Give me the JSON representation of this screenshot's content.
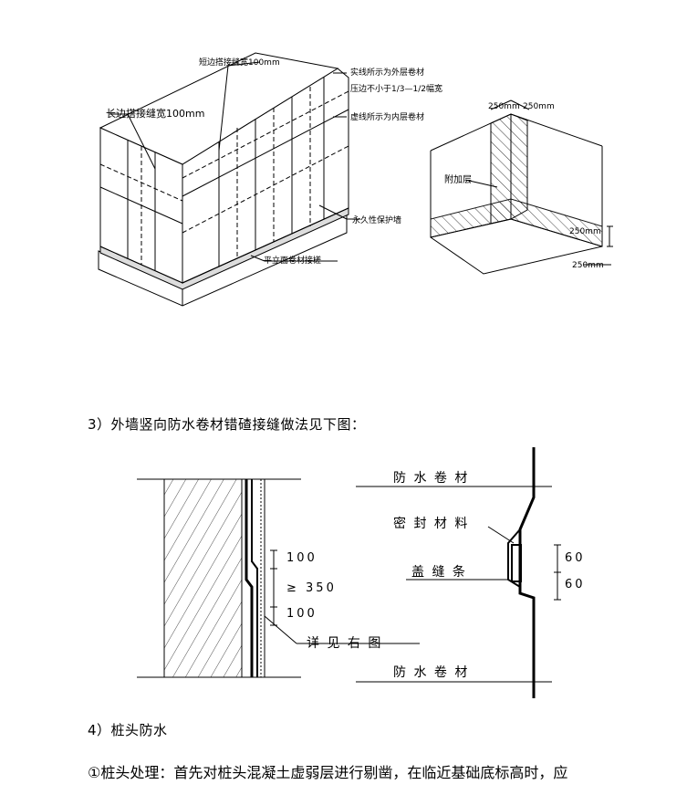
{
  "figure1": {
    "labels": {
      "short_joint": "短边搭接缝宽100mm",
      "long_joint": "长边搭接缝宽100mm",
      "solid_line_note": "实线所示为外层卷材",
      "overlap_note": "压边不小于1/3—1/2幅宽",
      "dashed_line_note": "虚线所示为内层卷材",
      "protect_wall": "永久性保护墙",
      "flat_joint": "平立面卷材接槎"
    }
  },
  "figure2": {
    "labels": {
      "dim_top_left": "250mm",
      "dim_top_right": "250mm",
      "additional_layer": "附加层",
      "dim_right": "250mm",
      "dim_bottom": "250mm"
    }
  },
  "section3": {
    "caption": "3）外墙竖向防水卷材错碴接缝做法见下图："
  },
  "figure3": {
    "dims": [
      "100",
      "≥ 350",
      "100"
    ],
    "see_right": "详 见 右 图"
  },
  "figure4": {
    "top_label": "防 水 卷 材",
    "sealant": "密 封 材 料",
    "cover_strip": "盖 缝 条",
    "bottom_label": "防 水 卷 材",
    "dims": [
      "60",
      "60"
    ]
  },
  "section4": {
    "heading": "4）桩头防水",
    "para": "①桩头处理：首先对桩头混凝土虚弱层进行剔凿，在临近基础底标高时，应"
  }
}
